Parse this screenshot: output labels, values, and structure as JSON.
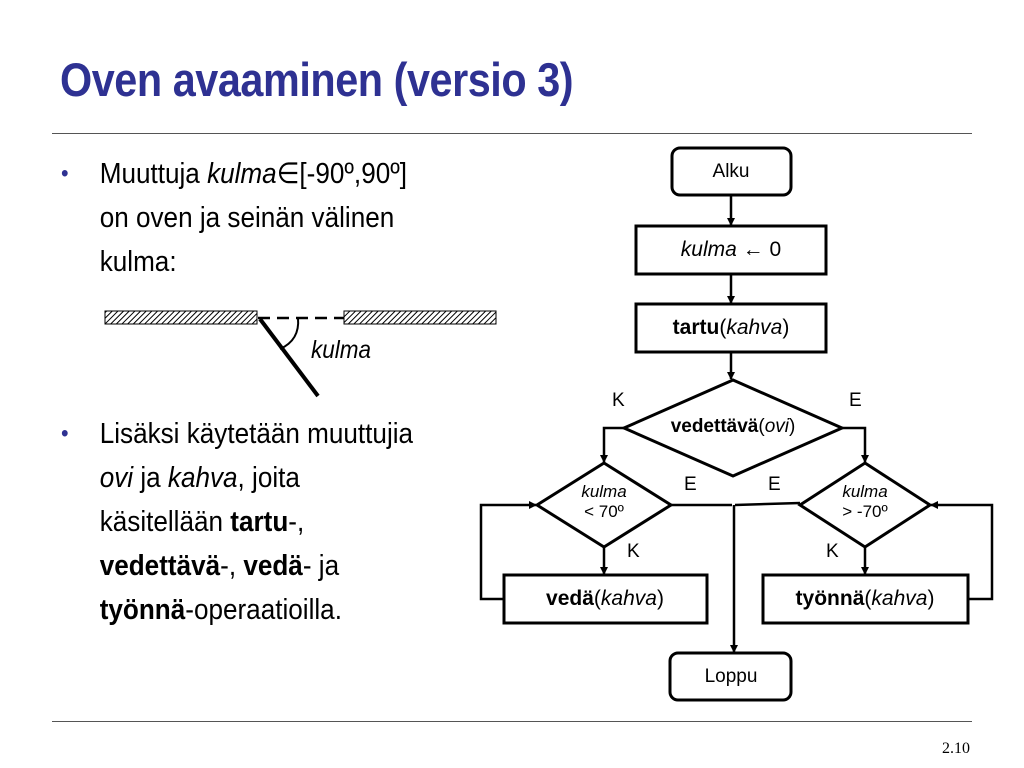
{
  "slide": {
    "title": "Oven avaaminen (versio 3)",
    "page_number": "2.10"
  },
  "bullets": {
    "b1": {
      "part1": "Muuttuja ",
      "var_kulma": "kulma",
      "elem_symbol": "∈",
      "part2": "[-90º,90º]",
      "part3": "on oven ja seinän välinen",
      "part4": "kulma:"
    },
    "b2": {
      "part1": "Lisäksi käytetään muuttujia",
      "var_ovi": "ovi",
      "part2": " ja ",
      "var_kahva": "kahva",
      "part3": ", joita",
      "part4": "käsitellään ",
      "op_tartu": "tartu",
      "part5": "-,",
      "op_vedettava": "vedettävä",
      "part6": "-, ",
      "op_veda": "vedä",
      "part7": "- ja",
      "op_tyonna": "työnnä",
      "part8": "-operaatioilla."
    },
    "bullet_char": "•"
  },
  "angle_diagram": {
    "label": "kulma"
  },
  "flowchart": {
    "start": "Alku",
    "init": {
      "var": "kulma",
      "arrow": " ← ",
      "value": "0"
    },
    "grab": {
      "op": "tartu",
      "open": "(",
      "arg": "kahva",
      "close": ")"
    },
    "decision_main": {
      "op": "vedettävä",
      "open": "(",
      "arg": "ovi",
      "close": ")"
    },
    "decision_left": {
      "line1": "kulma",
      "line2": "< 70º"
    },
    "decision_right": {
      "line1": "kulma",
      "line2": "> -70º"
    },
    "pull": {
      "op": "vedä",
      "open": "(",
      "arg": "kahva",
      "close": ")"
    },
    "push": {
      "op": "työnnä",
      "open": "(",
      "arg": "kahva",
      "close": ")"
    },
    "end": "Loppu",
    "labels": {
      "main_yes": "K",
      "main_no": "E",
      "left_no": "E",
      "right_no": "E",
      "left_yes": "K",
      "right_yes": "K"
    }
  },
  "colors": {
    "title": "#2e3192",
    "bullet": "#2e3192",
    "text": "#000000"
  }
}
